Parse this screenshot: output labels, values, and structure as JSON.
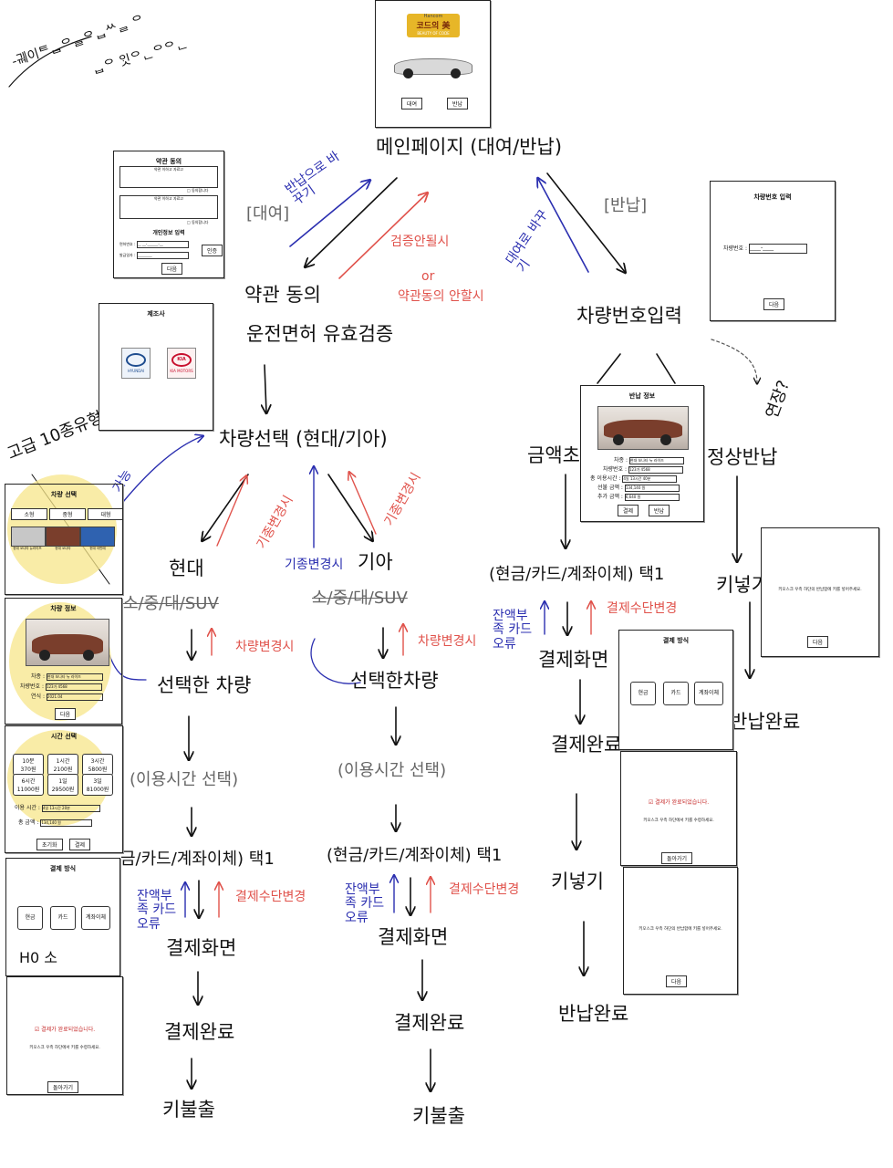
{
  "notes": {
    "corner_scribble": "-ᄀᆐ이ᄐᆸᄋᆯᄋᆸᄊᆯ ᄋ",
    "corner_scribble2": "ᆸᄋ ᄋᆡᆺᄋᆫᄋᄋᆫ",
    "main_page": "메인페이지 (대여/반납)",
    "rent_bracket": "[대여]",
    "return_bracket": "[반납]",
    "terms_node_line1": "약관 동의",
    "terms_node_line2": "운전면허 유효검증",
    "blue_to_return": "반납으로 바꾸기",
    "blue_to_rent": "대여로 바꾸기",
    "red_fail_line1": "검증안될시",
    "red_fail_line2": "or",
    "red_fail_line3": "약관동의 안할시",
    "plate_input_node": "차량번호입력",
    "extend_note": "연장?",
    "manufacturer_node": "차량선택 (현대/기아)",
    "manufacturer_change_red": "기종변경시",
    "manufacturer_change_red2": "기종변경시",
    "manufacturer_change_blue": "기종변경시",
    "hyundai": "현대",
    "kia": "기아",
    "blue_left_note": "가능",
    "left_big_note": "고급 10종유형",
    "size_options": "소/중/대/SUV",
    "red_car_change": "차량변경시",
    "red_car_change2": "차량변경시",
    "selected_car": "선택한 차량",
    "selected_car2": "선택한차량",
    "time_select": "(이용시간 선택)",
    "time_select2": "(이용시간 선택)",
    "pay_choose": "(현금/카드/계좌이체) 택1",
    "pay_choose_left": "금/카드/계좌이체) 택1",
    "pay_choose_right": "(현금/카드/계좌이체) 택1",
    "blue_balance": "잔액부족 카드오류",
    "red_pay_change": "결제수단변경",
    "pay_screen": "결제화면",
    "pay_done": "결제완료",
    "key_out": "키불출",
    "extra_fee": "금액초",
    "normal_return": "정상반납",
    "insert_key": "키넣기",
    "return_done": "반납완료",
    "left_screen_mark": "H0 소"
  },
  "screens": {
    "home": {
      "brand_top": "Hancom",
      "brand_title": "코드의 美",
      "brand_sub": "BEAUTY OF CODE",
      "buttons": [
        "대여",
        "반납"
      ]
    },
    "terms": {
      "title": "약관 동의",
      "box1_label": "약관 이하고 자료고",
      "agree1": "동의합니다",
      "box2_label": "약관 이하고 자료고",
      "agree2": "동의합니다",
      "section": "개인정보 입력",
      "field1": "면허번호 :",
      "field1_value": "__ __-______-__",
      "field2": "발급일자 :",
      "field2_value": "________",
      "verify": "인증",
      "next": "다음"
    },
    "maker": {
      "title": "제조사",
      "brand1": "HYUNDAI",
      "brand2": "KIA MOTORS"
    },
    "car_select": {
      "title": "차량 선택",
      "tabs": [
        "소형",
        "중형",
        "대형"
      ],
      "cars": [
        "현대 쏘나타 뉴라이즈",
        "현대 쏘나타",
        "현대 아반떼"
      ]
    },
    "car_info": {
      "title": "차량 정보",
      "rows": [
        {
          "label": "차종 :",
          "value": "현대 쏘나타 뉴 라이즈"
        },
        {
          "label": "차량번호 :",
          "value": "123가 4568"
        },
        {
          "label": "연식 :",
          "value": "2021.04"
        }
      ],
      "next": "다음"
    },
    "time_select": {
      "title": "시간 선택",
      "options": [
        {
          "t": "10분",
          "p": "370원"
        },
        {
          "t": "1시간",
          "p": "2100원"
        },
        {
          "t": "3시간",
          "p": "5800원"
        },
        {
          "t": "6시간",
          "p": "11000원"
        },
        {
          "t": "1일",
          "p": "29500원"
        },
        {
          "t": "3일",
          "p": "81000원"
        }
      ],
      "use_time_label": "이용 시간 :",
      "use_time_value": "4일 13시간 20분",
      "total_label": "총 금액 :",
      "total_value": "134,140 원",
      "reset": "초기화",
      "pay": "결제"
    },
    "payment": {
      "title": "결제 방식",
      "methods": [
        "현금",
        "카드",
        "계좌이체"
      ]
    },
    "pay_complete": {
      "message": "결제가 완료되었습니다.",
      "sub": "키오스크 우측 하단에서 키를 수령하세요.",
      "back": "돌아가기"
    },
    "plate_input": {
      "title": "차량번호 입력",
      "label": "차량번호 :",
      "placeholder": "____-____",
      "next": "다음"
    },
    "return_info": {
      "title": "반납 정보",
      "rows": [
        {
          "label": "차종 :",
          "value": "현대 쏘나타 뉴 라이즈"
        },
        {
          "label": "차량번호 :",
          "value": "123가 4568"
        },
        {
          "label": "총 이용시간 :",
          "value": "4일 13시간 40분"
        },
        {
          "label": "선불 금액 :",
          "value": "134,140 원"
        },
        {
          "label": "추가 금액 :",
          "value": "6,640 원"
        }
      ],
      "pay": "결제",
      "return": "반납"
    },
    "insert_key": {
      "message": "키오스크 우측 하단의 반납함에 키를 넣어주세요.",
      "next": "다음"
    },
    "return_complete": {
      "message": "결제가 완료되었습니다.",
      "sub": "키오스크 우측 하단에서 키를 수령하세요.",
      "back": "돌아가기"
    },
    "insert_key2": {
      "message": "키오스크 우측 하단의 반납함에 키를 넣어주세요.",
      "next": "다음"
    },
    "payment2": {
      "title": "결제 방식",
      "methods": [
        "현금",
        "카드",
        "계좌이체"
      ]
    }
  },
  "colors": {
    "ink": "#111111",
    "red": "#e0524b",
    "blue": "#2b2fb0",
    "highlight": "#f7e58a"
  }
}
